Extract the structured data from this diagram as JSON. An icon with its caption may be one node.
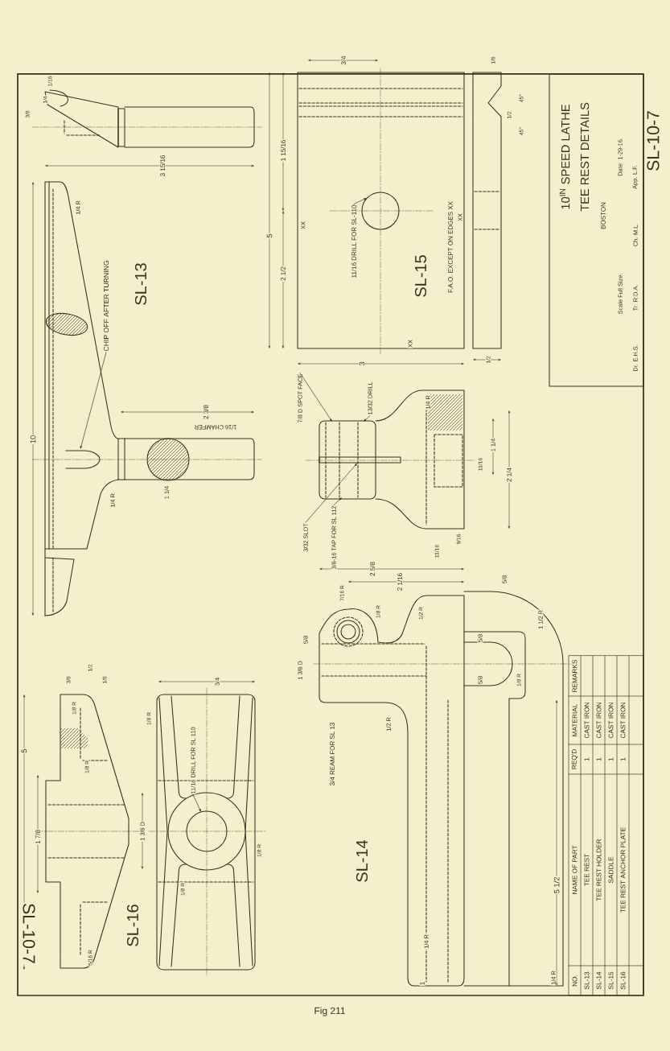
{
  "diagram": {
    "caption": "Fig 211",
    "nodes": [
      {
        "text": [
          "CHIP OFF AFTER TURNING"
        ]
      },
      {
        "text": [
          "11/16 DRILL FOR SL-110"
        ]
      },
      {
        "text": [
          "7/8 D SPOT FACE"
        ]
      },
      {
        "text": [
          "13/32 DRILL"
        ]
      },
      {
        "text": [
          "3/32 SLOT"
        ]
      },
      {
        "text": [
          "3/8-16 TAP FOR SL 112"
        ]
      },
      {
        "text": [
          "11/16 DRILL FOR SL 110"
        ]
      },
      {
        "text": [],
        "shape": "bar"
      },
      {
        "text": [
          "10$^{IN}$ SPEED LATHE",
          "TEE REST DETAILS",
          "BOSTON",
          "Scale Full Size.",
          "Date: 1-29-16.",
          "Dr. E.H.S.",
          "Tr. R.D.A.",
          "Ch. M.L.",
          "App. L.F."
        ]
      }
    ],
    "edges": [
      {
        "from": 0,
        "to": null,
        "arrow": "to"
      },
      {
        "from": 1,
        "to": null,
        "arrow": "to"
      },
      {
        "from": 2,
        "to": null,
        "arrow": "to"
      },
      {
        "from": 3,
        "to": null,
        "arrow": "to"
      },
      {
        "from": 4,
        "to": 7,
        "arrow": "to"
      },
      {
        "from": 5,
        "to": null,
        "arrow": "to"
      },
      {
        "from": 6,
        "to": null,
        "arrow": "to"
      }
    ],
    "labels": [
      "SL-10-7",
      "SL-10-7",
      "SL-13",
      "SL-14",
      "SL-15",
      "SL-16",
      "10",
      "3 15/16",
      "1/4 R",
      "1/4 R",
      "2 3/8",
      "1/16 CHAMFER",
      "1 1/4",
      "3/8",
      "1/4",
      "1/16",
      "5",
      "2 1/2",
      "1 15/16",
      "XX",
      "XX",
      "F.A.O. EXCEPT ON EDGES XX",
      "XX",
      "3",
      "3/4",
      "1/8",
      "1/2",
      "1/2",
      "45°",
      "45°",
      "1/4 R",
      "1 1/4",
      "2 1/4",
      "11/16",
      "9/16",
      "11/16",
      "2 5/8",
      "2 1/16",
      "7/16 R",
      "1/8 R",
      "1/2 R",
      "5/8",
      "1 3/8 D",
      "1/2 R",
      "5/8",
      "1 1/2 R",
      "5/8",
      "5/8",
      "1/8 R",
      "5 1/2",
      "1/4 R",
      "1/4 R",
      "1",
      "5",
      "1 7/8",
      "1/2",
      "3/8",
      "1/8",
      "1/8 R",
      "1/8 R",
      "1 3/8 D",
      "3/4",
      "1/8 R",
      "1/8 R",
      "1/8 R",
      "5/16 R",
      "3/4 REAM FOR SL 13",
      "NO.",
      "NAME OF PART",
      "REQ'D",
      "MATERIAL",
      "REMARKS",
      "SL-13",
      "TEE REST",
      "1",
      "CAST IRON",
      "SL-14",
      "TEE REST HOLDER",
      "1",
      "CAST IRON",
      "SL-15",
      "SADDLE",
      "1",
      "CAST IRON",
      "SL-16",
      "TEE REST ANCHOR PLATE",
      "1",
      "CAST IRON"
    ]
  }
}
